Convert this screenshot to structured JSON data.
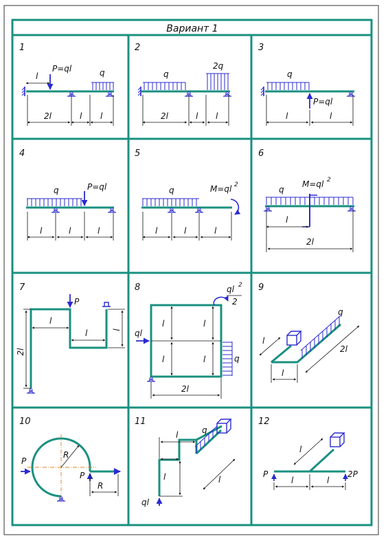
{
  "header": {
    "title": "Вариант 1"
  },
  "colors": {
    "frame": "#1a9080",
    "beam": "#1a9080",
    "load": "#2a2ad0",
    "ink": "#111111",
    "axis": "#e08020"
  },
  "cells": [
    {
      "number": "1",
      "labels": {
        "load_p": "P=ql",
        "load_q": "q",
        "dim_top": "l",
        "dim_a": "2l",
        "dim_b": "l",
        "dim_c": "l"
      }
    },
    {
      "number": "2",
      "labels": {
        "load_q": "q",
        "load_2q": "2q",
        "dim_a": "2l",
        "dim_b": "l",
        "dim_c": "l"
      }
    },
    {
      "number": "3",
      "labels": {
        "load_q": "q",
        "load_p": "P=ql",
        "dim_a": "l",
        "dim_b": "l"
      }
    },
    {
      "number": "4",
      "labels": {
        "load_q": "q",
        "load_p": "P=ql",
        "dim_a": "l",
        "dim_b": "l",
        "dim_c": "l"
      }
    },
    {
      "number": "5",
      "labels": {
        "load_q": "q",
        "moment": "M=ql",
        "exp": "2",
        "dim_a": "l",
        "dim_b": "l",
        "dim_c": "l"
      }
    },
    {
      "number": "6",
      "labels": {
        "load_q": "q",
        "moment": "M=ql",
        "exp": "2",
        "dim_a": "l",
        "dim_b": "2l"
      }
    },
    {
      "number": "7",
      "labels": {
        "load_p": "P",
        "dim_h": "2l",
        "dim_a": "l",
        "dim_b": "l",
        "dim_c": "l"
      }
    },
    {
      "number": "8",
      "labels": {
        "moment_num": "ql",
        "exp": "2",
        "moment_den": "2",
        "load_ql": "ql",
        "load_q": "q",
        "dim_a": "l",
        "dim_b": "l",
        "dim_c": "l",
        "dim_d": "l",
        "dim_w": "2l"
      }
    },
    {
      "number": "9",
      "labels": {
        "load_q": "q",
        "dim_a": "l",
        "dim_b": "l",
        "dim_c": "2l"
      }
    },
    {
      "number": "10",
      "labels": {
        "load_p1": "P",
        "radius": "R",
        "load_p2": "P",
        "dim_r": "R"
      }
    },
    {
      "number": "11",
      "labels": {
        "dim_a": "l",
        "load_q": "q",
        "dim_b": "l",
        "dim_c": "l",
        "load_ql": "ql"
      }
    },
    {
      "number": "12",
      "labels": {
        "dim_a": "l",
        "load_p": "P",
        "dim_b": "l",
        "dim_c": "l",
        "load_2p": "2P"
      }
    }
  ]
}
